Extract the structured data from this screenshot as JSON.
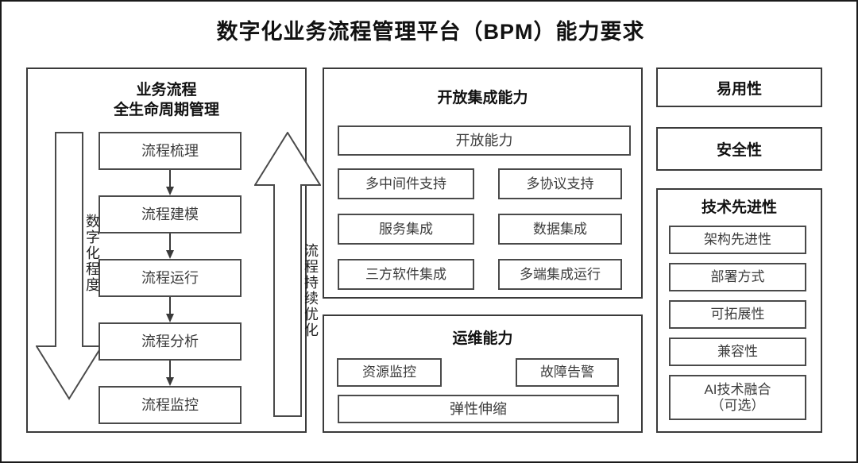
{
  "title": "数字化业务流程管理平台（BPM）能力要求",
  "lifecycle_panel": {
    "title_line1": "业务流程",
    "title_line2": "全生命周期管理",
    "left_arrow_label": "数字化程度",
    "left_arrow_direction": "down",
    "right_arrow_label": "流程持续优化",
    "right_arrow_direction": "up",
    "steps": [
      "流程梳理",
      "流程建模",
      "流程运行",
      "流程分析",
      "流程监控"
    ]
  },
  "integration_panel": {
    "title": "开放集成能力",
    "full_width_item": "开放能力",
    "grid_items": [
      "多中间件支持",
      "多协议支持",
      "服务集成",
      "数据集成",
      "三方软件集成",
      "多端集成运行"
    ]
  },
  "ops_panel": {
    "title": "运维能力",
    "row_items": [
      "资源监控",
      "故障告警"
    ],
    "full_width_item": "弹性伸缩"
  },
  "right_column": {
    "usability": "易用性",
    "security": "安全性",
    "tech_panel": {
      "title": "技术先进性",
      "items": [
        "架构先进性",
        "部署方式",
        "可拓展性",
        "兼容性"
      ],
      "optional_item_line1": "AI技术融合",
      "optional_item_line2": "（可选）"
    }
  },
  "colors": {
    "border_dark": "#1a1a1a",
    "border_panel": "#3a3a3a",
    "border_box": "#4a4a4a",
    "text_dark": "#111111",
    "text_box": "#3c3c3c",
    "background": "#ffffff"
  }
}
